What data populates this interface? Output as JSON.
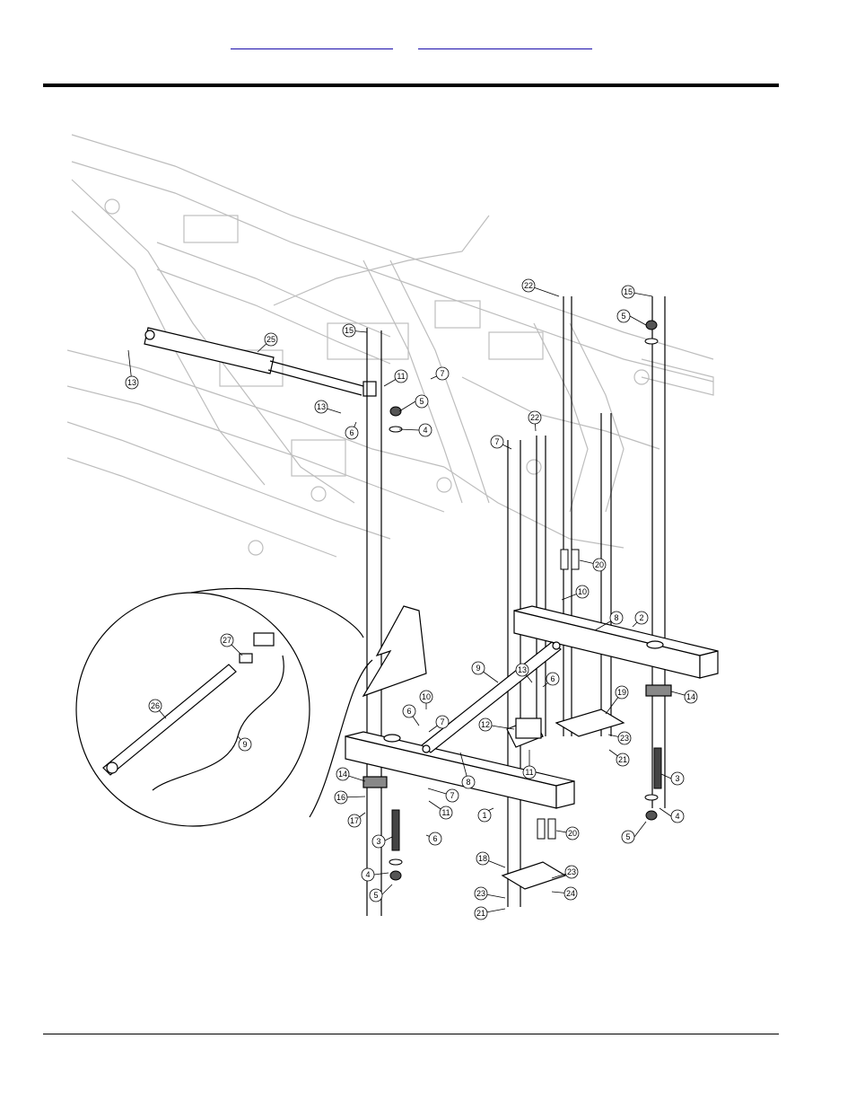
{
  "header": {
    "links": [
      {
        "label": ""
      },
      {
        "label": ""
      }
    ]
  },
  "diagram": {
    "callouts": [
      "1",
      "2",
      "3",
      "4",
      "5",
      "6",
      "7",
      "8",
      "9",
      "10",
      "11",
      "12",
      "13",
      "14",
      "15",
      "16",
      "17",
      "18",
      "19",
      "20",
      "21",
      "22",
      "23",
      "24",
      "25",
      "26",
      "27"
    ]
  }
}
